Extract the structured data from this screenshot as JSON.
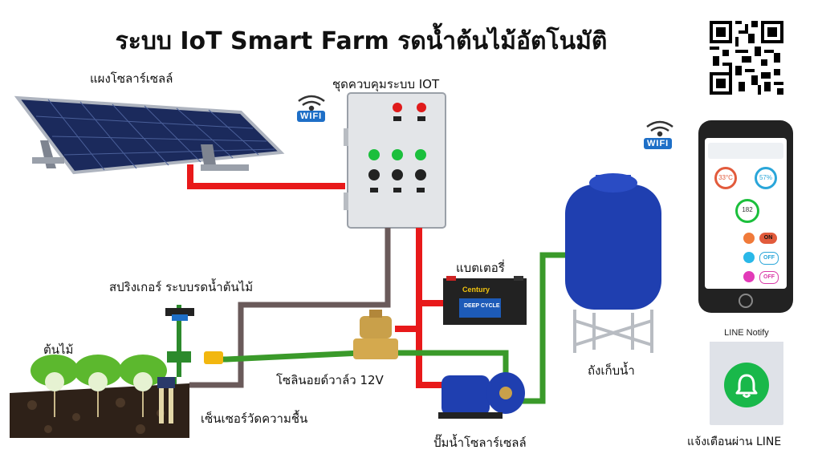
{
  "title": "ระบบ IoT Smart Farm รดน้ำต้นไม้อัตโนมัติ",
  "labels": {
    "solar_panel": "แผงโซลาร์เซลล์",
    "controller": "ชุดควบคุมระบบ IOT",
    "battery": "แบตเตอรี่",
    "sprinkler": "สปริงเกอร์ ระบบรดน้ำต้นไม้",
    "plant": "ต้นไม้",
    "solenoid": "โซลินอยด์วาล์ว 12V",
    "sensor": "เซ็นเซอร์วัดความชื้น",
    "pump": "ปั๊มน้ำโซลาร์เซลล์",
    "tank": "ถังเก็บน้ำ",
    "line_notify": "แจ้งเตือนผ่าน LINE"
  },
  "wifi_badge": "WIFI",
  "phone_app": {
    "temp": "33°C",
    "humidity": "57%",
    "moisture": "182",
    "switch_on": "ON",
    "switch_off_1": "OFF",
    "switch_off_2": "OFF"
  },
  "line_card_title": "LINE Notify",
  "battery_brand": "Century",
  "battery_type": "DEEP CYCLE",
  "colors": {
    "power_wire": "#e8191a",
    "water_pipe": "#3a9a2a",
    "signal_wire": "#6a5a5a",
    "tank": "#1f3fb0",
    "line_green": "#19b84a"
  }
}
